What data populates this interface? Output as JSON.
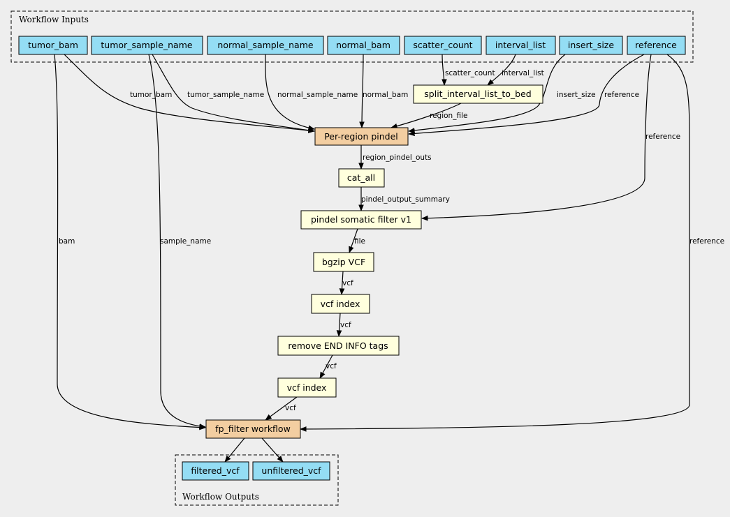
{
  "colors": {
    "input": "#94ddf4",
    "output": "#94ddf4",
    "step": "#ffffdd",
    "subworkflow": "#f3cea1",
    "background": "#eeeeee"
  },
  "clusters": {
    "inputs_title": "Workflow Inputs",
    "outputs_title": "Workflow Outputs"
  },
  "nodes": {
    "tumor_bam": "tumor_bam",
    "tumor_sample_name": "tumor_sample_name",
    "normal_sample_name": "normal_sample_name",
    "normal_bam": "normal_bam",
    "scatter_count": "scatter_count",
    "interval_list": "interval_list",
    "insert_size": "insert_size",
    "reference": "reference",
    "split_interval_list_to_bed": "split_interval_list_to_bed",
    "per_region_pindel": "Per-region pindel",
    "cat_all": "cat_all",
    "pindel_somatic_filter": "pindel somatic filter v1",
    "bgzip_vcf": "bgzip VCF",
    "vcf_index_1": "vcf index",
    "remove_end_info": "remove END INFO tags",
    "vcf_index_2": "vcf index",
    "fp_filter": "fp_filter workflow",
    "filtered_vcf": "filtered_vcf",
    "unfiltered_vcf": "unfiltered_vcf"
  },
  "edge_labels": {
    "scatter_count": "scatter_count",
    "interval_list": "interval_list",
    "tumor_bam": "tumor_bam",
    "tumor_sample_name": "tumor_sample_name",
    "normal_sample_name": "normal_sample_name",
    "normal_bam": "normal_bam",
    "insert_size": "insert_size",
    "reference_pindel": "reference",
    "region_file": "region_file",
    "region_pindel_outs": "region_pindel_outs",
    "pindel_output_summary": "pindel_output_summary",
    "reference_filter": "reference",
    "file": "file",
    "vcf_1": "vcf",
    "vcf_2": "vcf",
    "vcf_3": "vcf",
    "vcf_4": "vcf",
    "bam": "bam",
    "sample_name": "sample_name",
    "reference_fp": "reference"
  }
}
